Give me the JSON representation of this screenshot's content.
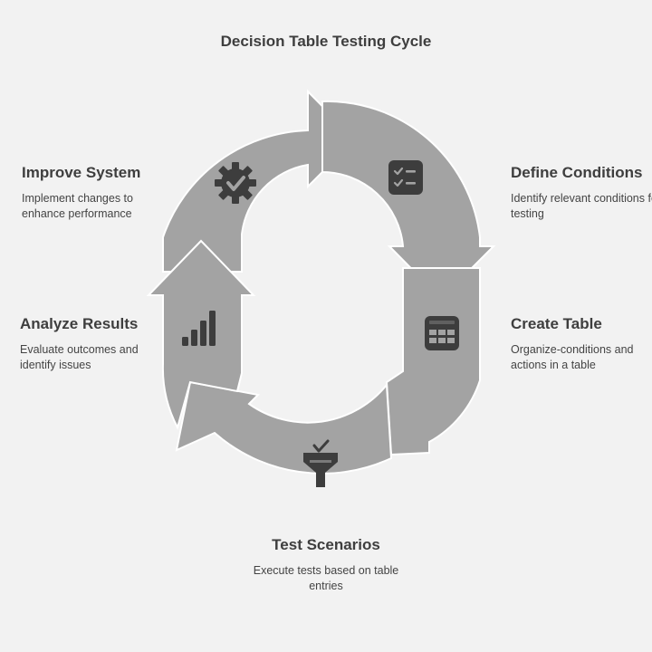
{
  "title": "Decision Table Testing Cycle",
  "colors": {
    "background": "#f2f2f2",
    "segment": "#a3a3a3",
    "icon": "#3d3d3d",
    "text": "#3e3e3e"
  },
  "stages": [
    {
      "label": "Define Conditions",
      "description": "Identify relevant conditions for testing",
      "icon": "checklist-icon"
    },
    {
      "label": "Create Table",
      "description": "Organize-conditions and actions in a table",
      "icon": "table-icon"
    },
    {
      "label": "Test Scenarios",
      "description": "Execute tests based on table entries",
      "icon": "funnel-check-icon"
    },
    {
      "label": "Analyze Results",
      "description": "Evaluate outcomes and identify issues",
      "icon": "bar-chart-icon"
    },
    {
      "label": "Improve System",
      "description": "Implement changes to enhance performance",
      "icon": "gear-check-icon"
    }
  ]
}
